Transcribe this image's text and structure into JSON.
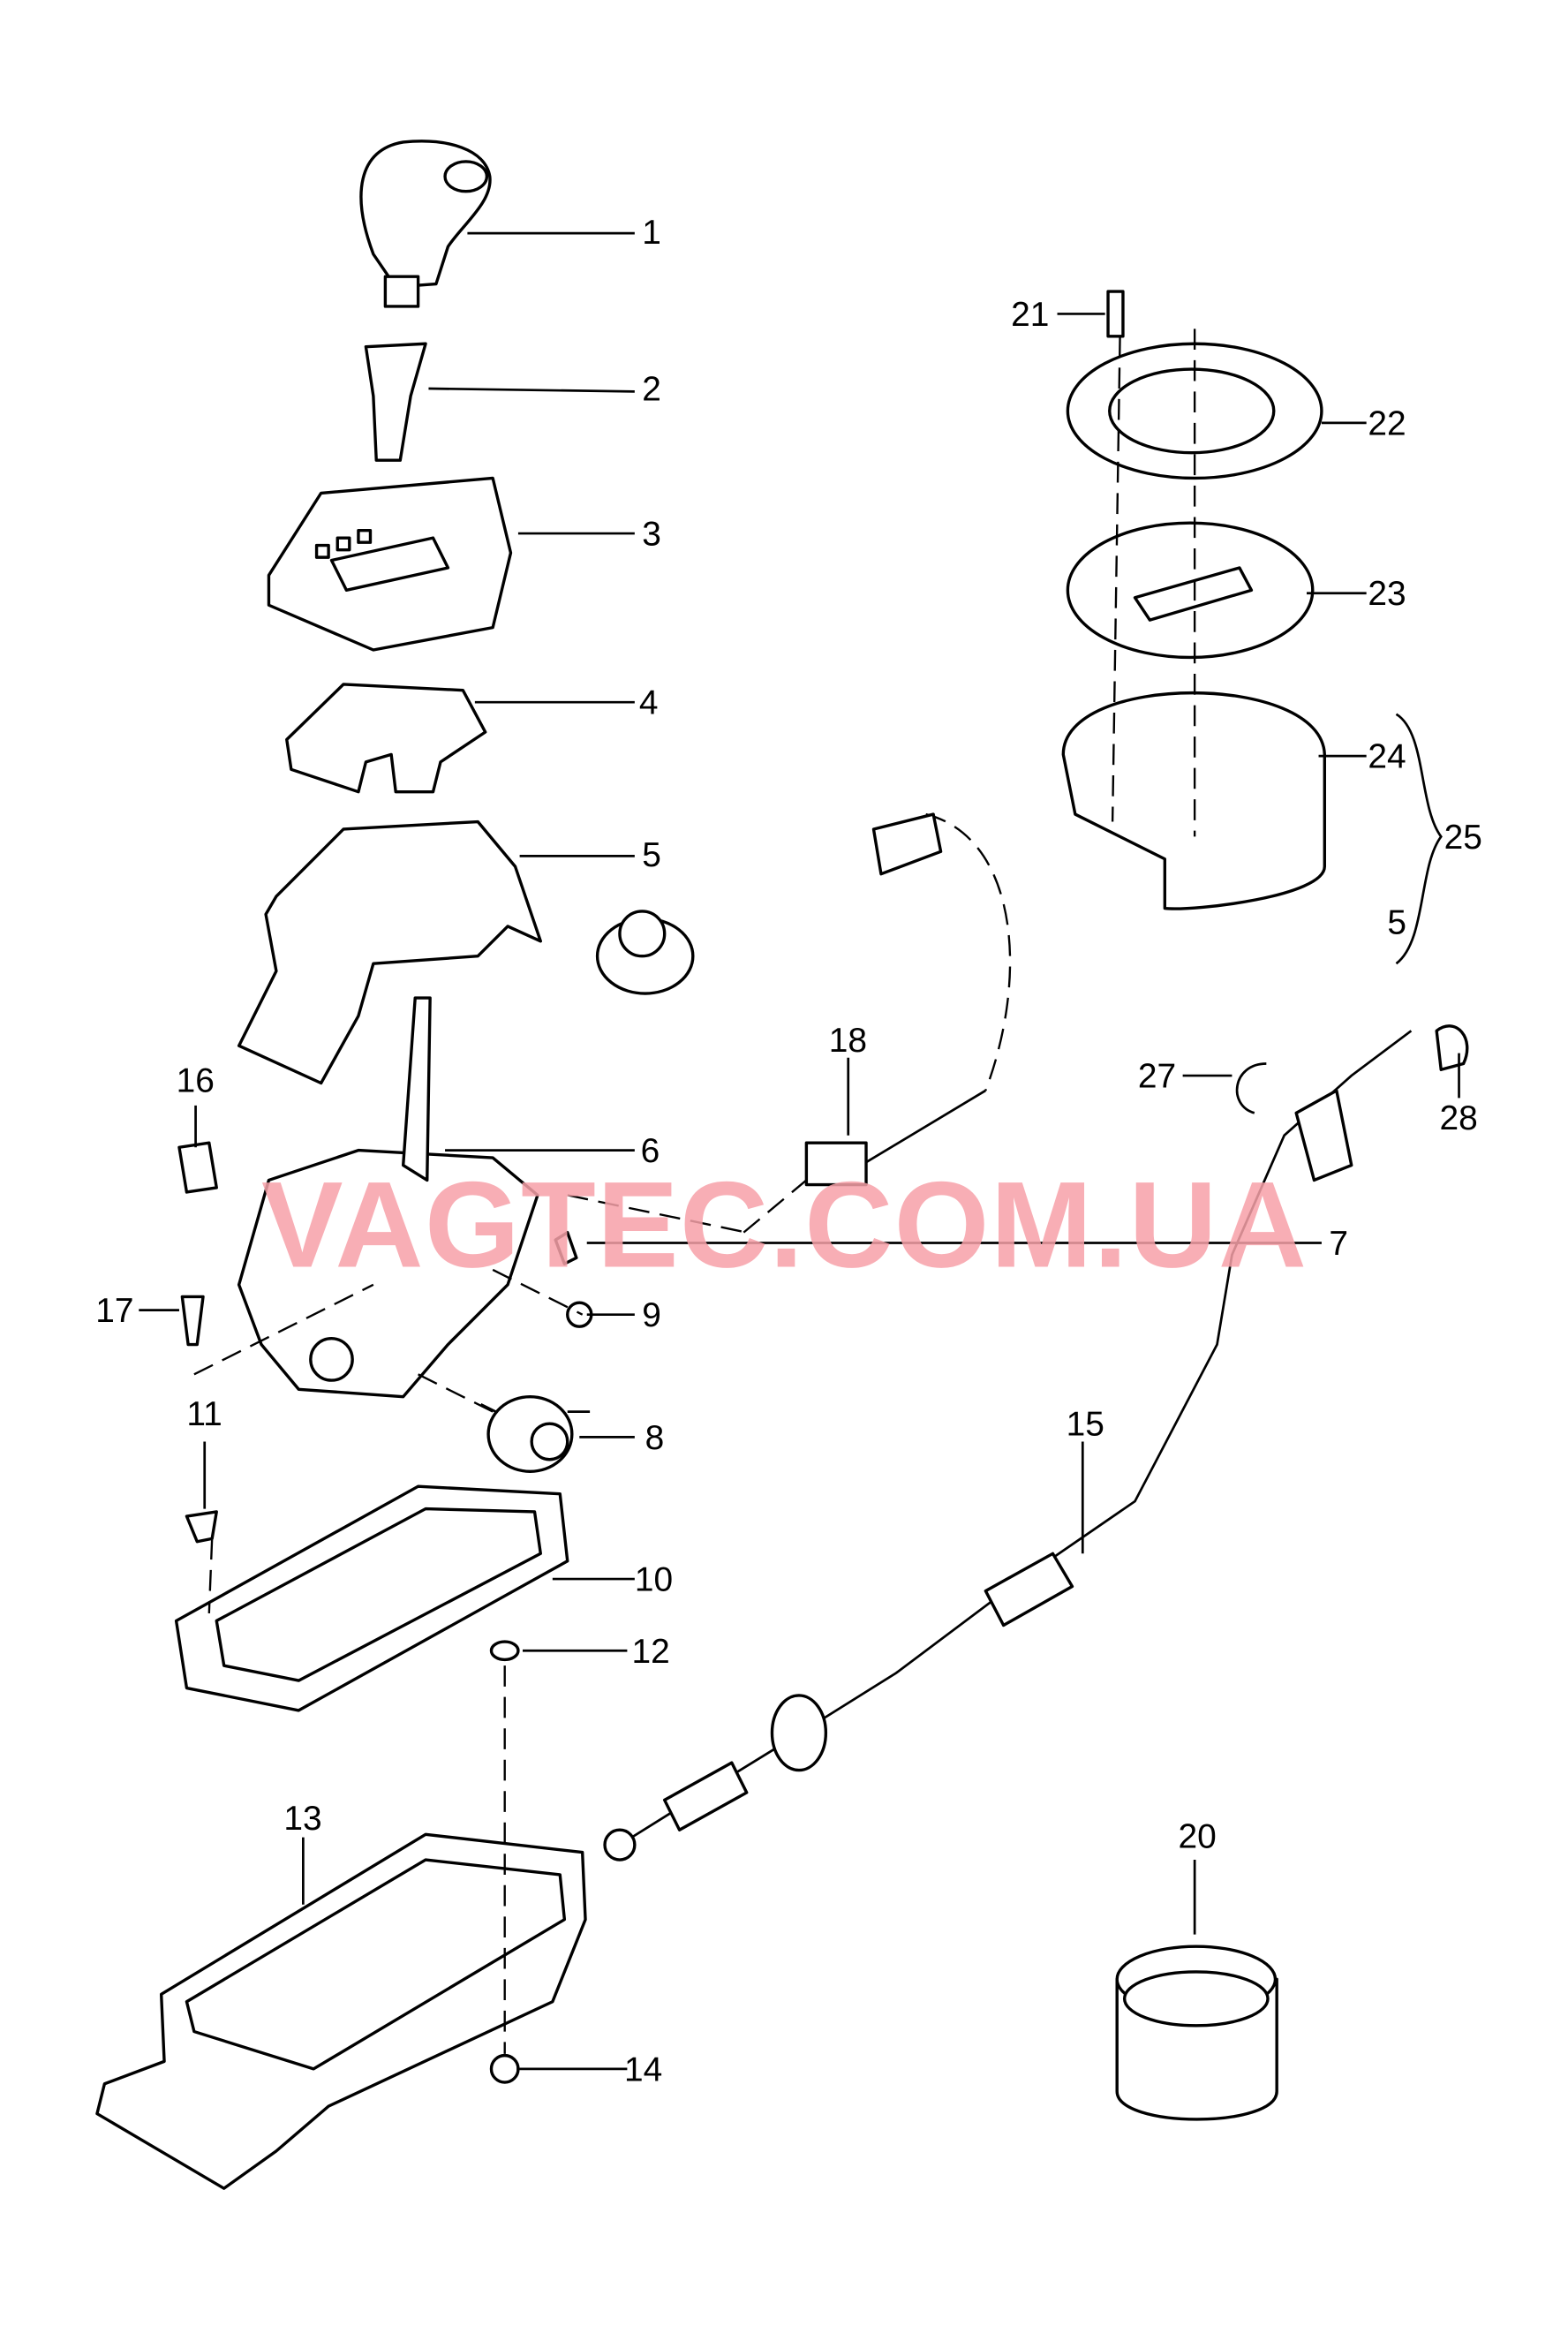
{
  "watermark": "VAGTEC.COM.UA",
  "colors": {
    "line": "#000000",
    "watermark": "#f7a1a9",
    "background": "#ffffff"
  },
  "callouts": {
    "c1": "1",
    "c2": "2",
    "c3": "3",
    "c4": "4",
    "c5": "5",
    "c6": "6",
    "c7": "7",
    "c8": "8",
    "c9": "9",
    "c10": "10",
    "c11": "11",
    "c12": "12",
    "c13": "13",
    "c14": "14",
    "c15": "15",
    "c16": "16",
    "c17": "17",
    "c18": "18",
    "c20": "20",
    "c21": "21",
    "c22": "22",
    "c23": "23",
    "c24": "24",
    "c25": "25",
    "c5b": "5",
    "c27": "27",
    "c28": "28"
  }
}
